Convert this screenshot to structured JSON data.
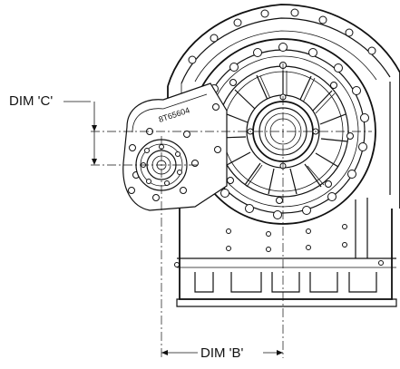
{
  "diagram": {
    "dimensions": {
      "dim_c_label": "DIM 'C'",
      "dim_b_label": "DIM 'B'"
    },
    "part_number_stamp": "8T65604",
    "colors": {
      "line": "#111111",
      "background": "#ffffff"
    }
  }
}
